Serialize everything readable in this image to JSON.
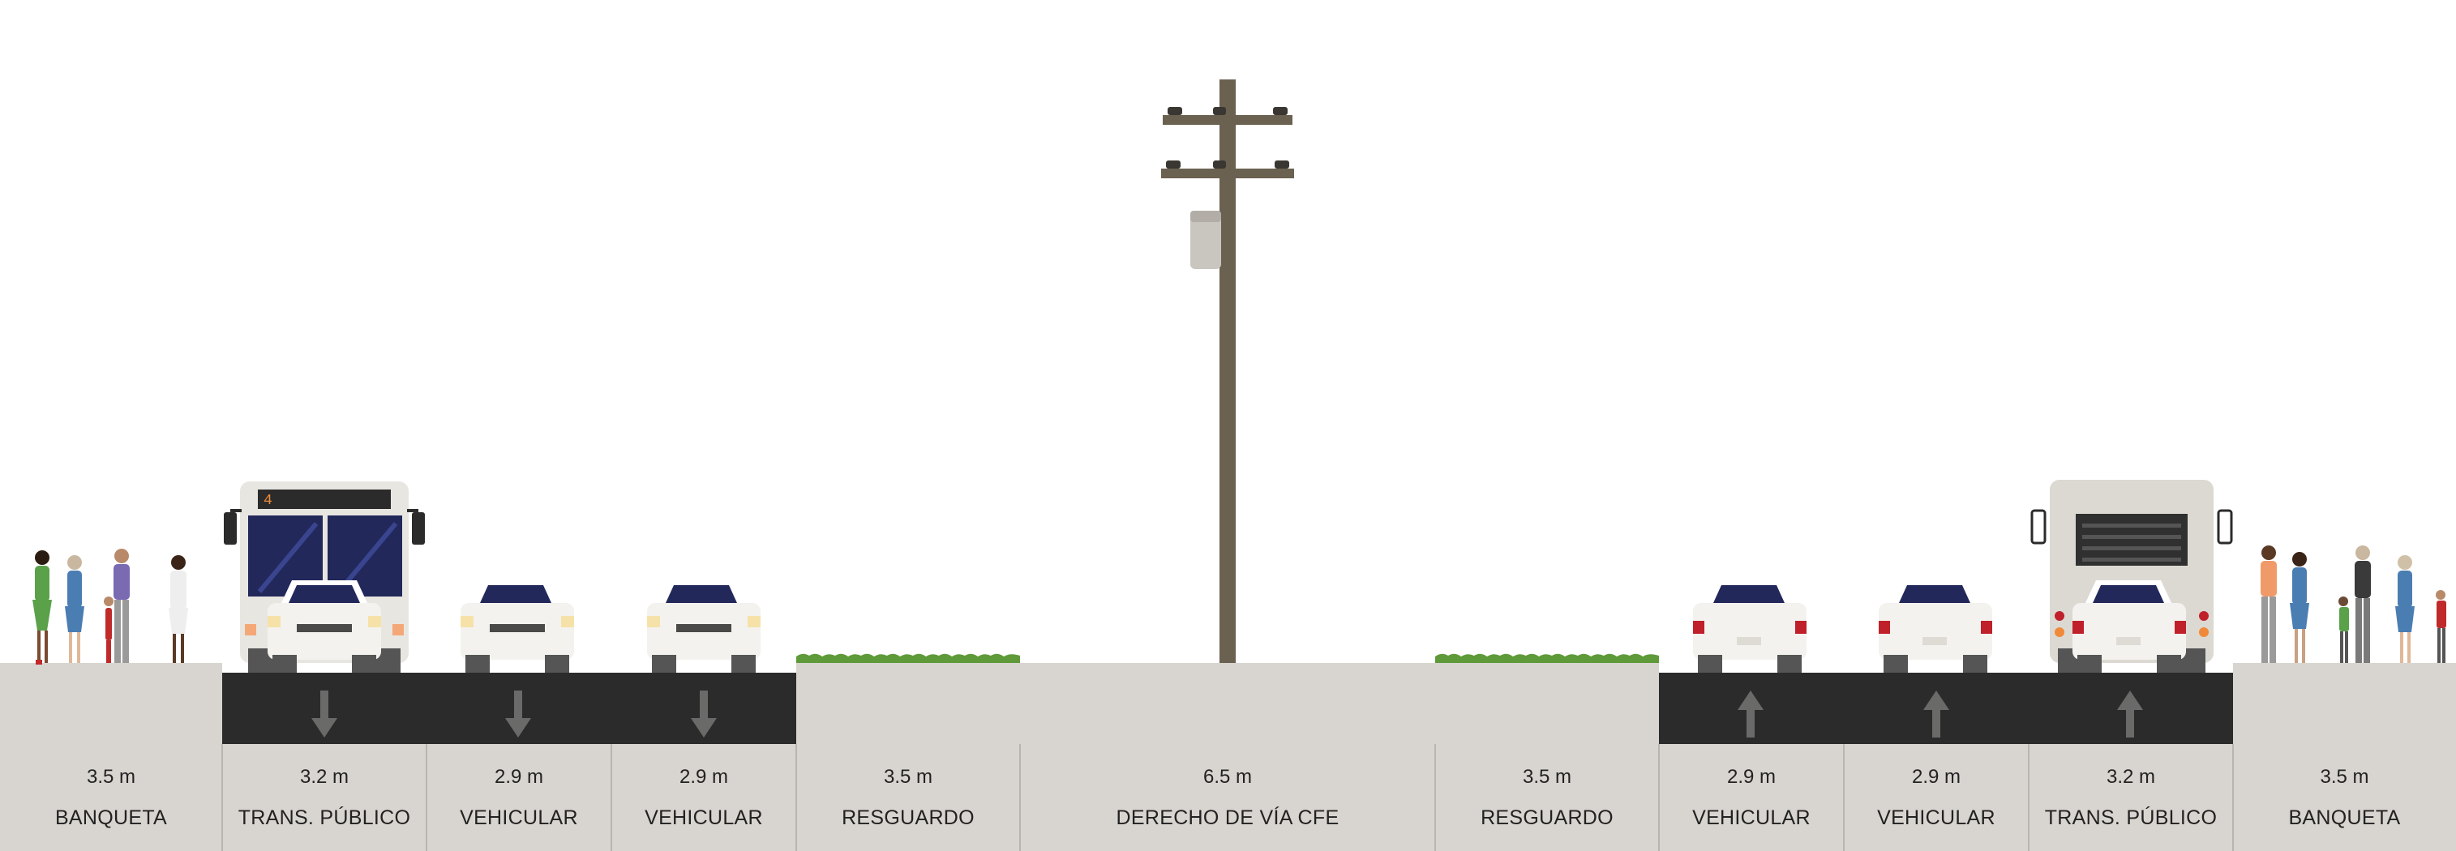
{
  "colors": {
    "sidewalk": "#d8d5d0",
    "asphalt": "#2a2b2a",
    "arrow": "#6a6a68",
    "grass": "#5f9a3a",
    "pole": "#6b6150",
    "vehicle_body": "#f2f0ec",
    "windshield": "#22285a",
    "tail_light": "#c0202a",
    "bus_route_digits": "#f08a3a"
  },
  "segments": [
    {
      "width": "3.5 m",
      "name": "BANQUETA",
      "type": "sidewalk",
      "icon": "pedestrians"
    },
    {
      "width": "3.2 m",
      "name": "TRANS. PÚBLICO",
      "type": "bus-lane",
      "direction": "down",
      "icon": "bus-front"
    },
    {
      "width": "2.9 m",
      "name": "VEHICULAR",
      "type": "car-lane",
      "direction": "down",
      "icon": "car-front"
    },
    {
      "width": "2.9 m",
      "name": "VEHICULAR",
      "type": "car-lane",
      "direction": "down",
      "icon": "car-front"
    },
    {
      "width": "3.5 m",
      "name": "RESGUARDO",
      "type": "buffer",
      "icon": "grass"
    },
    {
      "width": "6.5 m",
      "name": "DERECHO DE VÍA CFE",
      "type": "utility-right-of-way",
      "icon": "utility-pole"
    },
    {
      "width": "3.5 m",
      "name": "RESGUARDO",
      "type": "buffer",
      "icon": "grass"
    },
    {
      "width": "2.9 m",
      "name": "VEHICULAR",
      "type": "car-lane",
      "direction": "up",
      "icon": "car-rear"
    },
    {
      "width": "2.9 m",
      "name": "VEHICULAR",
      "type": "car-lane",
      "direction": "up",
      "icon": "car-rear"
    },
    {
      "width": "3.2 m",
      "name": "TRANS. PÚBLICO",
      "type": "bus-lane",
      "direction": "up",
      "icon": "bus-rear"
    },
    {
      "width": "3.5 m",
      "name": "BANQUETA",
      "type": "sidewalk",
      "icon": "pedestrians"
    }
  ],
  "bus_front": {
    "route_number": "4"
  }
}
